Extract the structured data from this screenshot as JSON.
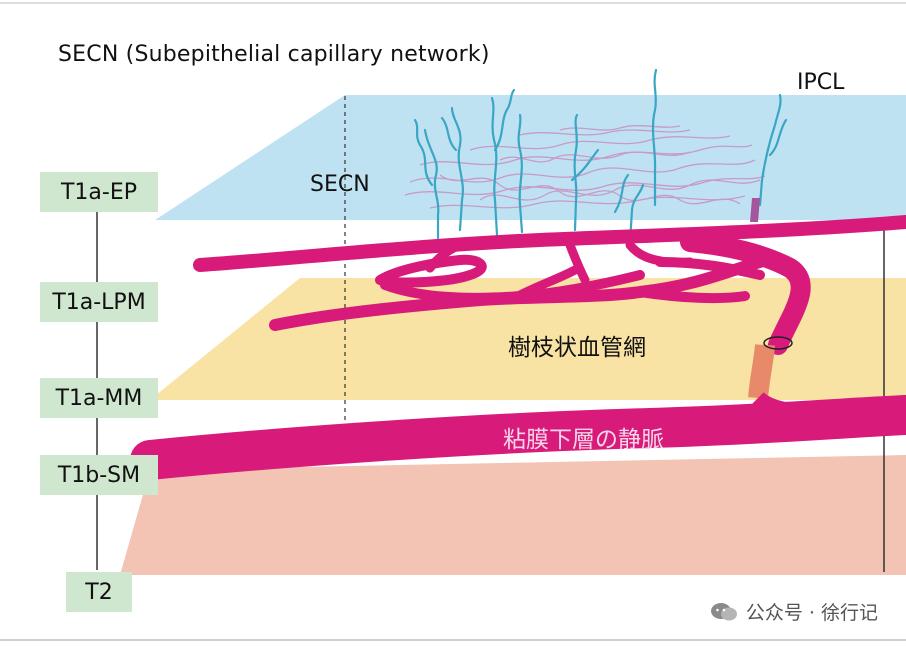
{
  "title": "SECN (Subepithelial capillary network)",
  "layers": {
    "ep": "T1a-EP",
    "lpm": "T1a-LPM",
    "mm": "T1a-MM",
    "sm": "T1b-SM",
    "t2": "T2"
  },
  "labels": {
    "ipcl": "IPCL",
    "secn": "SECN",
    "dendritic": "樹枝状血管網",
    "submucosal_vein": "粘膜下層の静脈"
  },
  "watermark": {
    "text": "公众号 · 徐行记",
    "icon": "wechat-icon"
  },
  "colors": {
    "epithelium": "#bfe2f2",
    "lamina_propria": "#f8e3a4",
    "submucosa": "#f3c3b3",
    "vessel": "#d81b7a",
    "ipcl": "#3aa6c6",
    "capillary": "#c79ac9",
    "tag_bg": "#cfe6cf",
    "vein_label": "#f7d5e8"
  }
}
